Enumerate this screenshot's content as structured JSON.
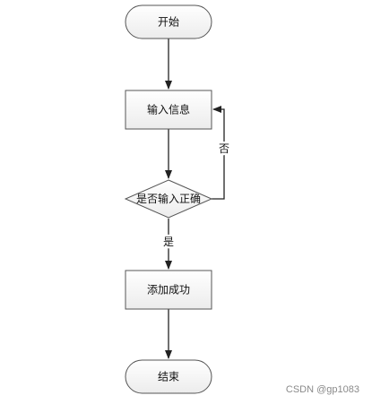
{
  "nodes": {
    "start": "开始",
    "input": "输入信息",
    "decision": "是否输入正确",
    "success": "添加成功",
    "end": "结束"
  },
  "edges": {
    "no": "否",
    "yes": "是"
  },
  "watermark": "CSDN @gp1083",
  "colors": {
    "node_fill_top": "#ffffff",
    "node_fill_bottom": "#ececec",
    "stroke": "#555555",
    "arrow": "#222222"
  }
}
